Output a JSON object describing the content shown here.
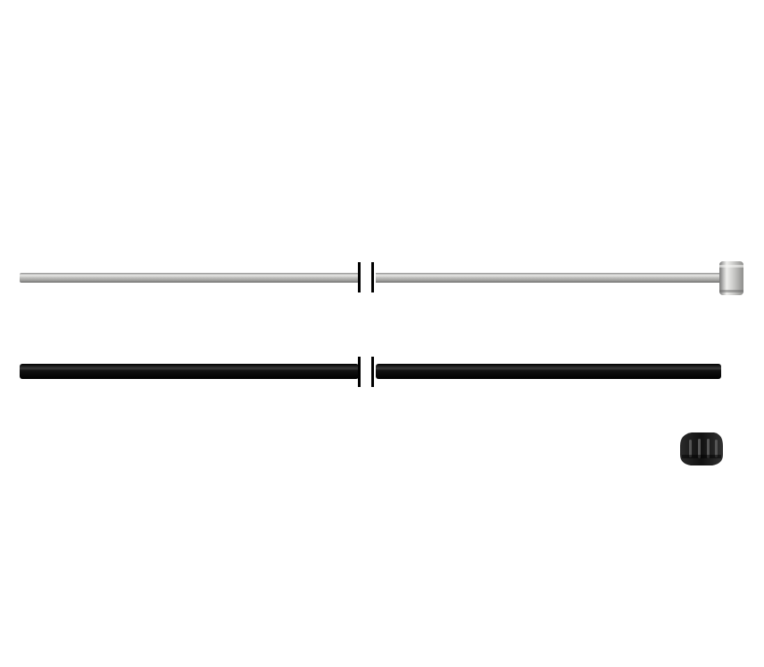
{
  "scene": {
    "background": "#ffffff",
    "objects": [
      {
        "name": "stainless-steel-rod",
        "color": "#c8c8c6"
      },
      {
        "name": "black-sheath-tube",
        "color": "#111111"
      },
      {
        "name": "black-knurled-cap",
        "color": "#1b1b1b"
      }
    ],
    "break_marks": [
      "rod-length-break",
      "tube-length-break"
    ]
  }
}
